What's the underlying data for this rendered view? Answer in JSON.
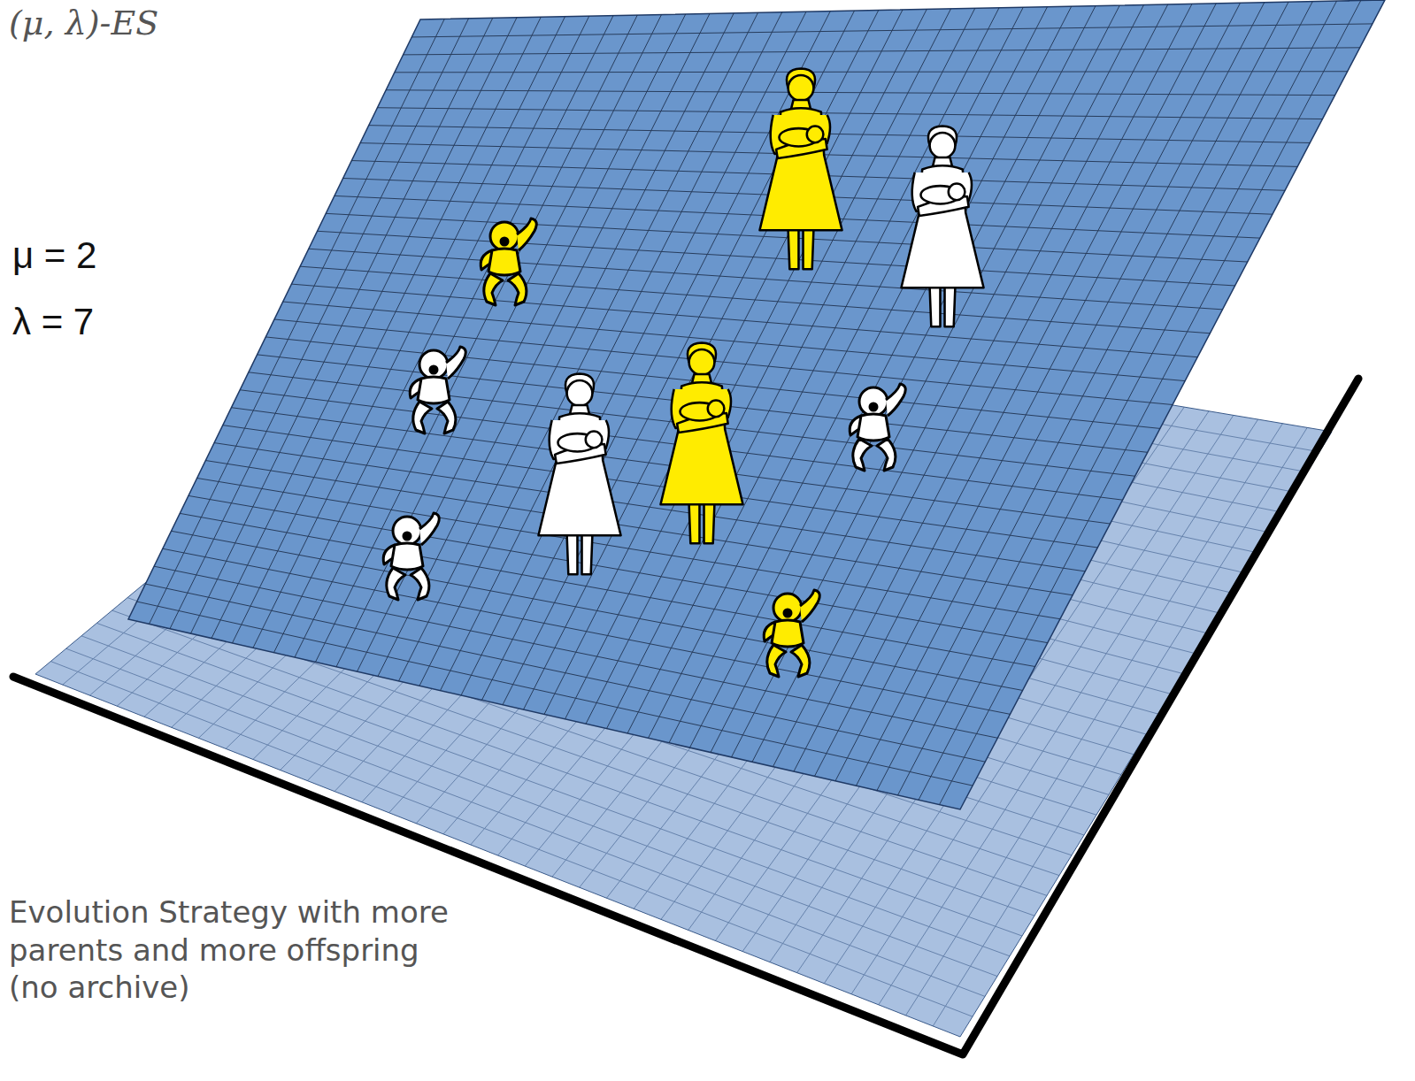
{
  "diagram": {
    "title": "(μ, λ)-ES",
    "caption": "Evolution Strategy with more parents and more offspring (no archive)",
    "labels": [
      "μ = 2",
      "λ = 7"
    ]
  }
}
